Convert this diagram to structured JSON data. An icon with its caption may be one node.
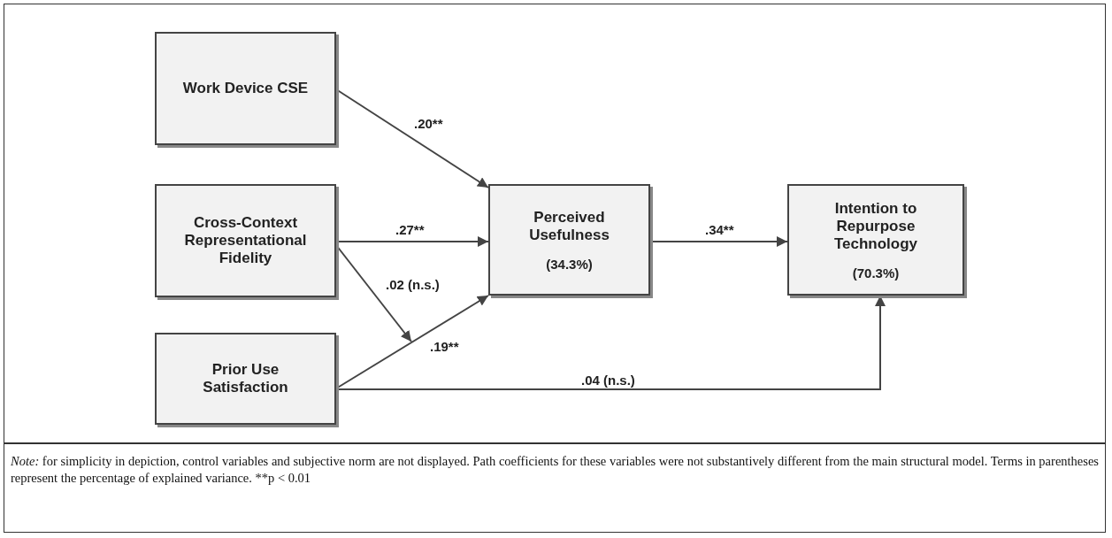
{
  "diagram": {
    "nodes": [
      {
        "text": [
          "Work Device CSE"
        ]
      },
      {
        "text": [
          "Cross-Context Representational Fidelity"
        ]
      },
      {
        "text": [
          "Prior Use Satisfaction"
        ]
      },
      {
        "text": [
          "Perceived Usefulness",
          "(34.3%)"
        ]
      },
      {
        "text": [
          "Intention to Repurpose Technology",
          "(70.3%)"
        ]
      }
    ],
    "edges": [
      {
        "from": 0,
        "to": 3,
        "arrow": "to",
        "label": ".20**"
      },
      {
        "from": 1,
        "to": 3,
        "arrow": "to",
        "label": ".27**"
      },
      {
        "from": 1,
        "to": null,
        "arrow": "to",
        "label": ".02 (n.s.)"
      },
      {
        "from": 2,
        "to": 3,
        "arrow": "to",
        "label": ".19**"
      },
      {
        "from": 3,
        "to": 4,
        "arrow": "to",
        "label": ".34**"
      },
      {
        "from": 2,
        "to": 4,
        "arrow": "to",
        "label": ".04 (n.s.)"
      }
    ],
    "labels": [
      "*Note:* for simplicity in depiction, control variables and subjective norm are not displayed. Path coefficients for these variables were not substantively different from the main structural model. Terms in parentheses represent the percentage of explained variance. **p < 0.01"
    ]
  }
}
